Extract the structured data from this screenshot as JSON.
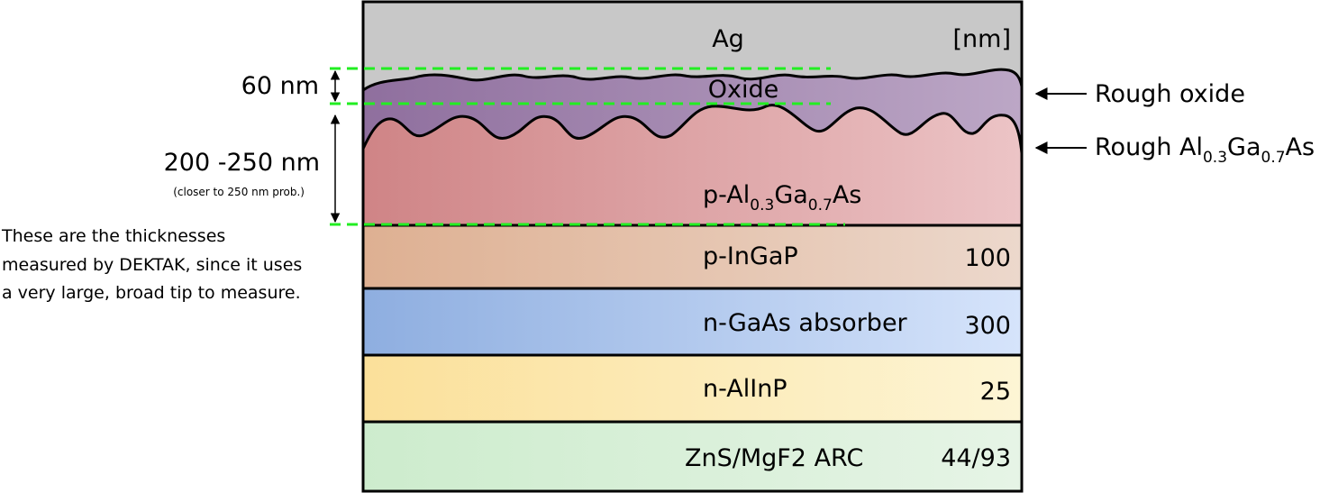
{
  "unit_label": "[nm]",
  "layers": {
    "ag": {
      "name": "Ag",
      "thickness": ""
    },
    "oxide": {
      "name": "Oxide",
      "thickness": ""
    },
    "algaas": {
      "name_prefix": "p-Al",
      "sub1": "0.3",
      "mid": "Ga",
      "sub2": "0.7",
      "suffix": "As",
      "thickness": ""
    },
    "ingap": {
      "name": "p-InGaP",
      "thickness": "100"
    },
    "gaas": {
      "name": "n-GaAs absorber",
      "thickness": "300"
    },
    "allnp": {
      "name": "n-AlInP",
      "thickness": "25"
    },
    "arc": {
      "name": "ZnS/MgF2 ARC",
      "thickness": "44/93"
    }
  },
  "annotations": {
    "oxide_thickness": "60 nm",
    "algaas_thickness": "200 -250 nm",
    "algaas_note": "(closer to 250 nm prob.)",
    "dektak_note": [
      "These are the thicknesses",
      "measured by DEKTAK, since it uses",
      "a very large, broad tip to measure."
    ],
    "rough_oxide": "Rough oxide",
    "rough_algaas": {
      "prefix": "Rough Al",
      "sub1": "0.3",
      "mid": "Ga",
      "sub2": "0.7",
      "suffix": "As"
    }
  },
  "colors": {
    "ag": "#c8c8c8",
    "oxide_start": "#8f6f9e",
    "oxide_end": "#bca7c6",
    "algaas_start": "#cf8486",
    "algaas_end": "#ecc4c6",
    "ingap_start": "#deb092",
    "ingap_end": "#ecd8cc",
    "gaas_start": "#8eaee0",
    "gaas_end": "#d6e4fb",
    "allnp_start": "#fbe09a",
    "allnp_end": "#fdf5d5",
    "arc_start": "#cdeccd",
    "arc_end": "#e6f4e6",
    "dash": "#22ee22"
  }
}
